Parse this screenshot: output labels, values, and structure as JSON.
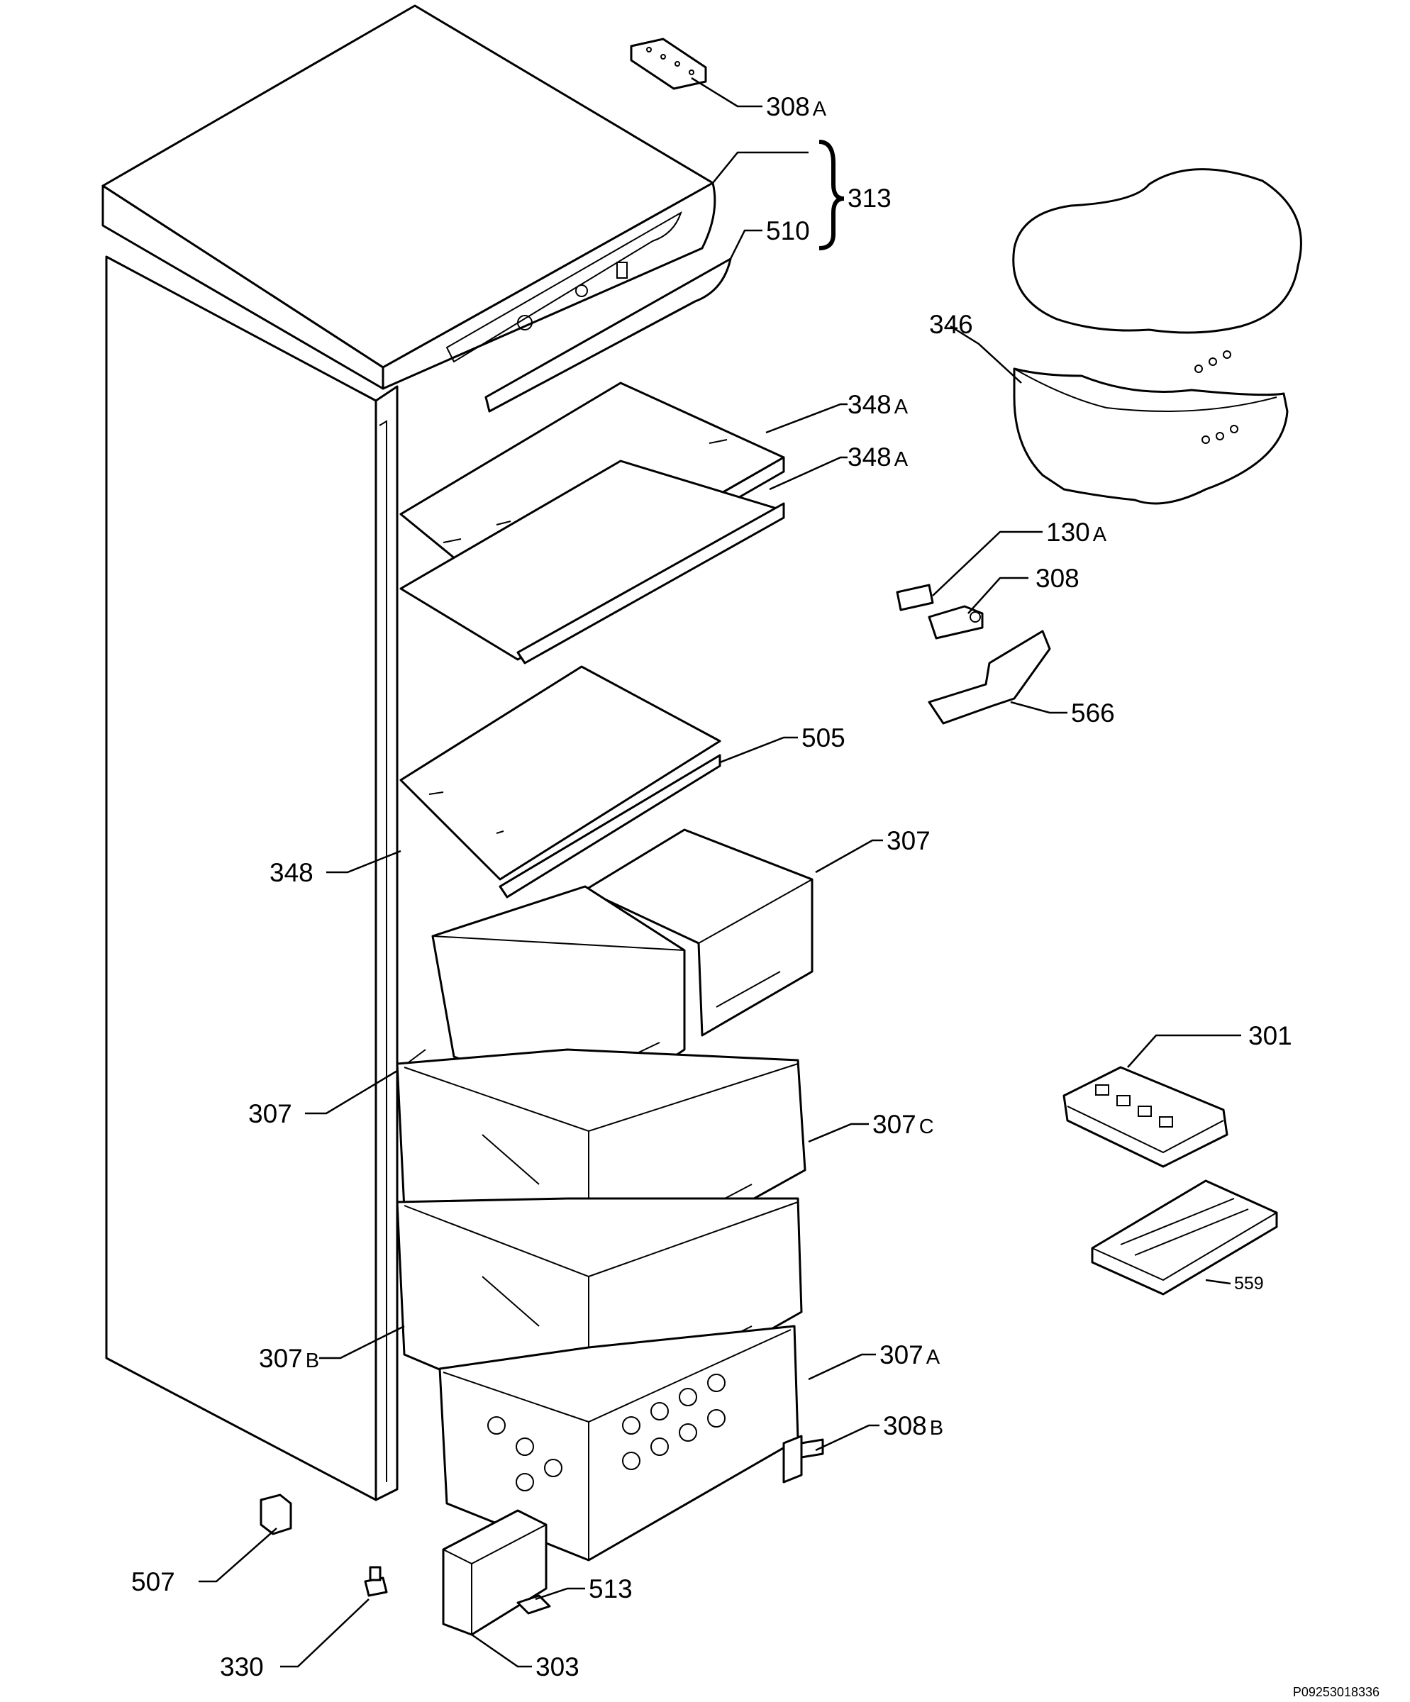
{
  "labels": {
    "l308a": {
      "num": "308",
      "suffix": "A"
    },
    "l313": {
      "num": "313"
    },
    "l510": {
      "num": "510"
    },
    "l346": {
      "num": "346"
    },
    "l348a_1": {
      "num": "348",
      "suffix": "A"
    },
    "l348a_2": {
      "num": "348",
      "suffix": "A"
    },
    "l130a": {
      "num": "130",
      "suffix": "A"
    },
    "l308": {
      "num": "308"
    },
    "l566": {
      "num": "566"
    },
    "l505": {
      "num": "505"
    },
    "l307_top": {
      "num": "307"
    },
    "l348": {
      "num": "348"
    },
    "l307_left": {
      "num": "307"
    },
    "l307c": {
      "num": "307",
      "suffix": "C"
    },
    "l301": {
      "num": "301"
    },
    "l559": {
      "num": "559"
    },
    "l307b": {
      "num": "307",
      "suffix": "B"
    },
    "l307a": {
      "num": "307",
      "suffix": "A"
    },
    "l308b": {
      "num": "308",
      "suffix": "B"
    },
    "l507": {
      "num": "507"
    },
    "l513": {
      "num": "513"
    },
    "l330": {
      "num": "330"
    },
    "l303": {
      "num": "303"
    }
  },
  "drawing_code": "P09253018336"
}
